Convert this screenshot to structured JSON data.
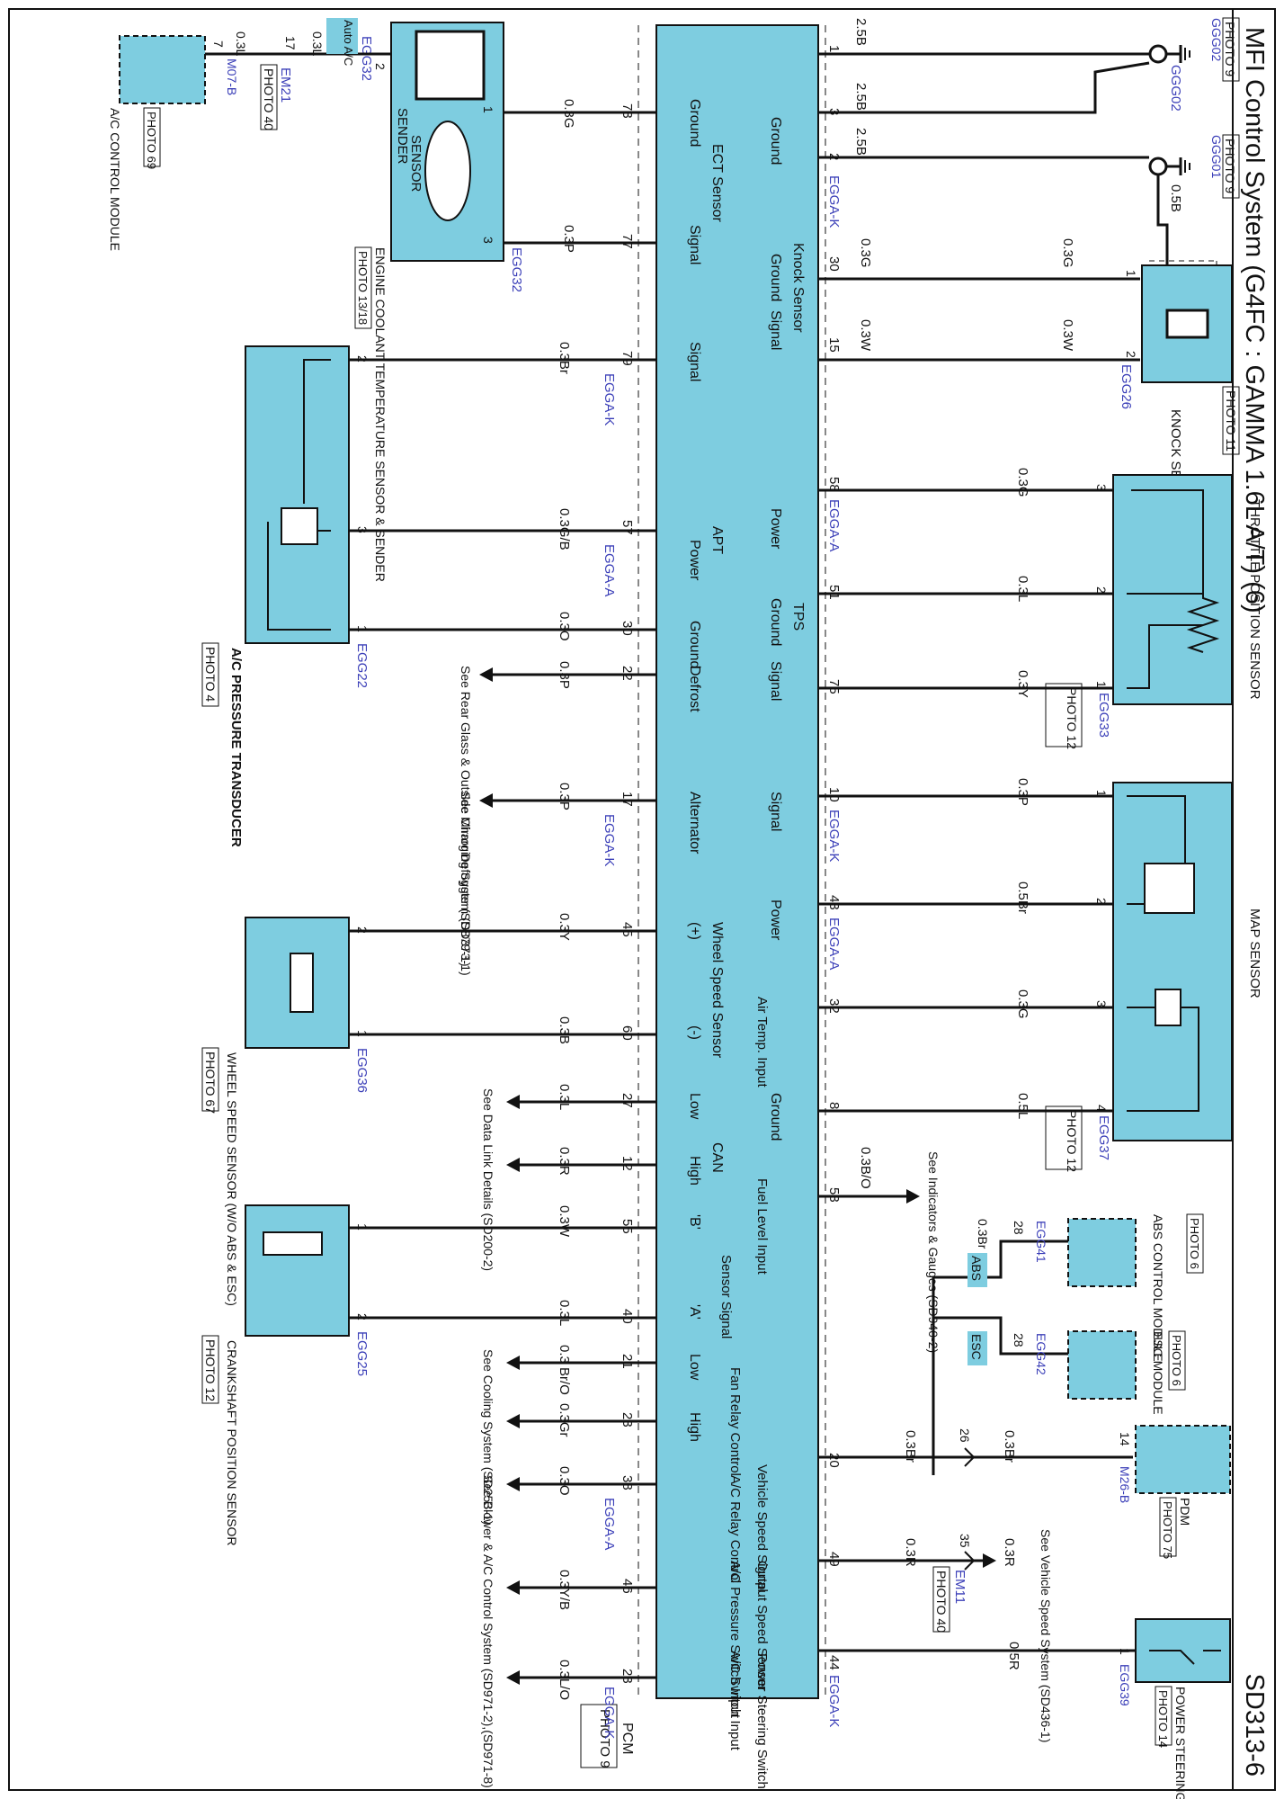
{
  "header": {
    "title": "MFI Control System (G4FC : GAMMA 1.6L A/T) (6)",
    "page_code": "SD313-6"
  },
  "pcm": {
    "name": "PCM",
    "photo": "PHOTO 9"
  },
  "pcm_groups": {
    "ground": "Ground",
    "ect_sensor": "ECT Sensor",
    "knock_sensor": "Knock Sensor",
    "apt": "APT",
    "tps": "TPS",
    "defrost": "Defrost",
    "alternator": "Alternator",
    "wheel_speed_sensor": "Wheel Speed Sensor",
    "map_signal": "Signal",
    "map_power": "Power",
    "air_temp": "Air Temp. Input",
    "map_ground": "Ground",
    "can": "CAN",
    "fuel_level": "Fuel Level Input",
    "sensor_signal": "Sensor Signal",
    "fan_relay": "Fan Relay Control",
    "vss": "Vehicle Speed Signal",
    "oss": "Output Speed Sensor",
    "ac_relay": "A/C Relay Control",
    "ac_press": "A/C Pressure Switch Input",
    "ac_switch": "A/C Switch Input",
    "ps_switch": "Power Steering Switch"
  },
  "pcm_sublabels": {
    "ground": "Ground",
    "signal": "Signal",
    "power": "Power",
    "low": "Low",
    "high": "High",
    "plus": "(+)",
    "minus": "(-)",
    "b": "'B'",
    "a": "'A'"
  },
  "pcm_pins": {
    "p1": "1",
    "p3": "3",
    "p2": "2",
    "p30k": "30",
    "p15": "15",
    "p58": "58",
    "p51": "51",
    "p75": "75",
    "p10": "10",
    "p43": "43",
    "p32": "32",
    "p8": "8",
    "p53": "53",
    "p20": "20",
    "p49": "49",
    "p44": "44",
    "p73": "73",
    "p77": "77",
    "p79": "79",
    "p57": "57",
    "p30a": "30",
    "p22": "22",
    "p17": "17",
    "p45": "45",
    "p60": "60",
    "p27": "27",
    "p12": "12",
    "p55": "55",
    "p40": "40",
    "p21": "21",
    "p23f": "23",
    "p38": "38",
    "p46": "46",
    "p23a": "23"
  },
  "pcm_connectors": {
    "egga_k_1": "EGGA-K",
    "egga_a_1": "EGGA-A",
    "egga_k_2": "EGGA-K",
    "egga_a_2": "EGGA-A",
    "egga_k_3": "EGGA-K",
    "egga_k_4": "EGGA-K",
    "egga_a_3": "EGGA-A",
    "egga_k_5": "EGGA-K",
    "egga_a_4": "EGGA-A",
    "egga_k_6": "EGGA-K"
  },
  "wires": {
    "w1": "2.5B",
    "w3": "2.5B",
    "w2": "2.5B",
    "w05b": "0.5B",
    "w30": "0.3G",
    "w30b": "0.3G",
    "w15": "0.3W",
    "w15b": "0.3W",
    "w58": "0.3G",
    "w51": "0.3L",
    "w75": "0.3Y",
    "w10": "0.3P",
    "w43": "0.5Br",
    "w32": "0.3G",
    "w8": "0.5L",
    "w53": "0.3B/O",
    "w28a": "0.3Br",
    "w28b": "0.3Br",
    "w20": "0.3Br",
    "w26": "0.3Br",
    "w49": "0.3R",
    "w35": "0.3R",
    "w44": "0.5R",
    "w73": "0.3G",
    "w77": "0.3P",
    "w_ac1": "0.3L",
    "w_ac2": "0.3L",
    "w79": "0.3Br",
    "w57": "0.3G/B",
    "w30a": "0.3O",
    "w22": "0.3P",
    "w17": "0.3P",
    "w45": "0.3Y",
    "w60": "0.3B",
    "w27": "0.3L",
    "w12": "0.3R",
    "w55": "0.3W",
    "w40": "0.3L",
    "w21": "0.3 Br/O",
    "w23f": "0.3Gr",
    "w38": "0.3O",
    "w46": "0.3Y/B",
    "w23a": "0.3L/O"
  },
  "components": {
    "g_g02": "GGG02",
    "g_g02_photo": "PHOTO 9",
    "g_g01": "GGG01",
    "g_g01_photo": "PHOTO 9",
    "knock": "KNOCK SENSOR",
    "knock_photo": "PHOTO 11",
    "knock_conn": "EGG26",
    "tps": "THROTTLE POSITION SENSOR",
    "tps_photo": "PHOTO 12",
    "tps_conn": "EGG33",
    "map": "MAP SENSOR",
    "map_photo": "PHOTO 12",
    "map_conn": "EGG37",
    "abs": "ABS CONTROL MODULE",
    "abs_photo": "PHOTO 6",
    "abs_conn": "EGG41",
    "abs_tag": "ABS",
    "esc": "ESC MODULE",
    "esc_photo": "PHOTO 6",
    "esc_conn": "EGG42",
    "esc_tag": "ESC",
    "pdm": "PDM",
    "pdm_photo": "PHOTO 75",
    "pdm_conn": "M26-B",
    "em11": "EM11",
    "em11_photo": "PHOTO 40",
    "ps_switch": "POWER STEERING SWITCH",
    "ps_photo": "PHOTO 14",
    "ps_conn": "EGG39",
    "ect_name": "ENGINE COOLANT TEMPERATURE SENSOR & SENDER",
    "ect_photo": "PHOTO 13/18",
    "ect_conn_top": "EGG32",
    "ect_conn_bottom": "EGG32",
    "ect_sender": "SENDER",
    "ect_sensor": "SENSOR",
    "auto_ac": "Auto A/C",
    "em21": "EM21",
    "em21_photo": "PHOTO 40",
    "acm": "A/C CONTROL MODULE",
    "acm_photo": "PHOTO 69",
    "acm_conn": "M07-B",
    "apt": "A/C PRESSURE TRANSDUCER",
    "apt_photo": "PHOTO 4",
    "apt_conn": "EGG22",
    "wss": "WHEEL SPEED SENSOR (W/O ABS & ESC)",
    "wss_photo": "PHOTO 67",
    "wss_conn": "EGG36",
    "ckp": "CRANKSHAFT POSITION SENSOR",
    "ckp_photo": "PHOTO 12",
    "ckp_conn": "EGG25"
  },
  "component_pins": {
    "kn1": "1",
    "kn2": "2",
    "tp3": "3",
    "tp2": "2",
    "tp1": "1",
    "mp1": "1",
    "mp2": "2",
    "mp3": "3",
    "mp4": "4",
    "abs28": "28",
    "esc28": "28",
    "pdm14": "14",
    "j26": "26",
    "j35": "35",
    "ps1": "1",
    "e2": "2",
    "e1": "1",
    "e3": "3",
    "em17": "17",
    "acm7": "7",
    "ap2": "2",
    "ap3": "3",
    "ap1": "1",
    "ws2": "2",
    "ws1": "1",
    "ck1": "1",
    "ck2": "2"
  },
  "references": {
    "gauges": "See Indicators & Gauges (SD940-2)",
    "vss": "See Vehicle Speed System (SD436-1)",
    "defog": "See Rear Glass & Outside Mirror Defogger (SD879-1)",
    "charging": "See Charging System (SD373-1)",
    "datalink": "See Data Link Details (SD200-2)",
    "cooling": "See Cooling System (SD253-1)",
    "blower": "See Blower & A/C Control System (SD971-2),(SD971-8)"
  },
  "colors": {
    "component_fill": "#7ecde0",
    "connector_text": "#3b3fb8",
    "wire": "#111111"
  }
}
